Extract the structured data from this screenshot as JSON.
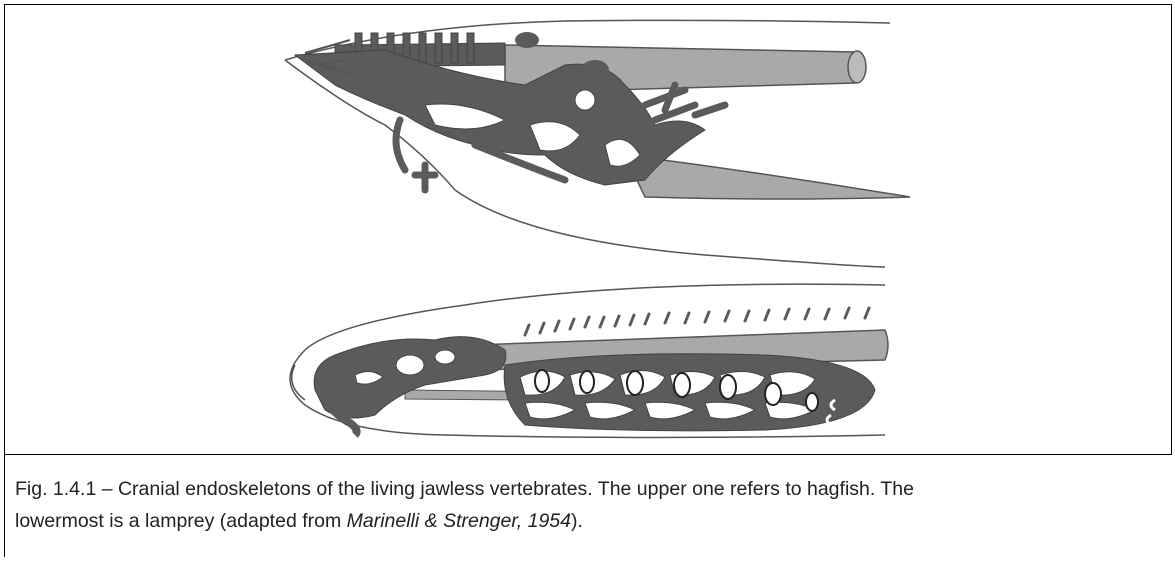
{
  "figure": {
    "caption": {
      "line1": "Fig. 1.4.1 – Cranial endoskeletons of the living jawless vertebrates. The upper one refers to hagfish. The",
      "line2_prefix": "lowermost is a lamprey (adapted from ",
      "line2_italic": "Marinelli & Strenger, 1954",
      "line2_suffix": ")."
    },
    "colors": {
      "cartilage_dark": "#5b5b5b",
      "notochord_grey": "#a6a6a6",
      "outline": "#444444",
      "border": "#000000"
    },
    "illustrations": [
      "hagfish-skull",
      "lamprey-skull"
    ]
  }
}
